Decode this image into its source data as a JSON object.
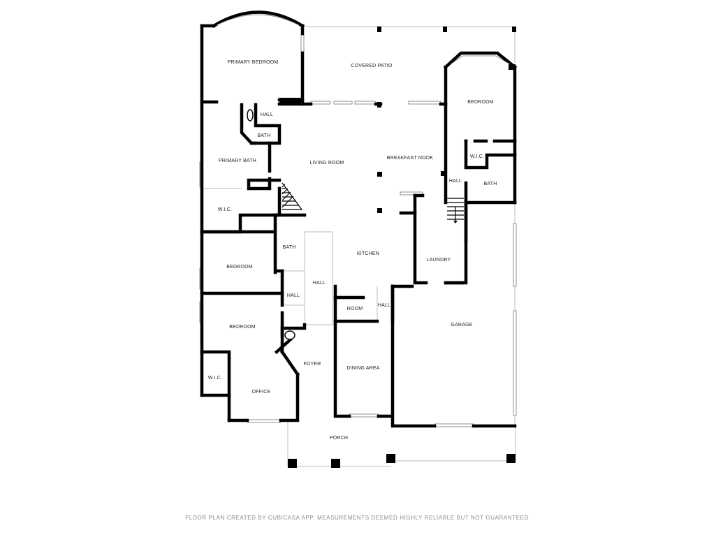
{
  "rooms": {
    "primary_bedroom": "PRIMARY BEDROOM",
    "covered_patio": "COVERED PATIO",
    "bedroom_ne": "BEDROOM",
    "hall_top": "HALL",
    "bath_top": "BATH",
    "primary_bath": "PRIMARY BATH",
    "living_room": "LIVING ROOM",
    "breakfast_nook": "BREAKFAST NOOK",
    "wic_ne": "W.I.C.",
    "hall_ne": "HALL",
    "bath_ne": "BATH",
    "wic_nw": "W.I.C.",
    "bath_center": "BATH",
    "kitchen": "KITCHEN",
    "laundry": "LAUNDRY",
    "bedroom_w1": "BEDROOM",
    "hall_center": "HALL",
    "hall_small": "HALL",
    "room": "ROOM",
    "hall_kitchen": "HALL",
    "garage": "GARAGE",
    "bedroom_w2": "BEDROOM",
    "foyer": "FOYER",
    "dining_area": "DINING AREA",
    "wic_sw": "W.I.C.",
    "office": "OFFICE",
    "porch": "PORCH"
  },
  "footer": "FLOOR PLAN CREATED BY CUBICASA APP. MEASUREMENTS DEEMED HIGHLY RELIABLE BUT NOT GUARANTEED."
}
